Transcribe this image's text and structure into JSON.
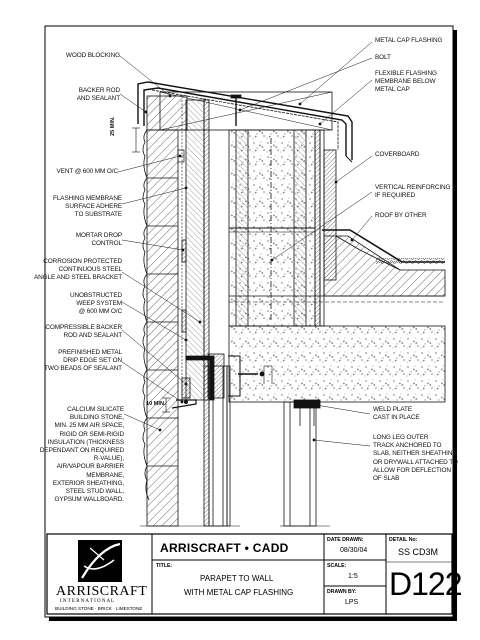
{
  "drawing": {
    "callouts_left": [
      "WOOD BLOCKING",
      "BACKER ROD\nAND SEALANT",
      "VENT @ 600 MM O/C",
      "FLASHING MEMBRANE\nSURFACE ADHERE\nTO SUBSTRATE",
      "MORTAR DROP\nCONTROL",
      "CORROSION PROTECTED\nCONTINUOUS STEEL\nANGLE AND STEEL BRACKET",
      "UNOBSTRUCTED\nWEEP SYSTEM\n@ 600 MM O/C",
      "COMPRESSIBLE BACKER\nROD AND SEALANT",
      "PREFINISHED METAL\nDRIP EDGE SET ON\nTWO BEADS OF SEALANT",
      "CALCIUM SILICATE\nBUILDING STONE,\nMIN. 25 MM AIR SPACE,\nRIGID OR SEMI-RIGID\nINSULATION (THICKNESS\nDEPENDANT ON REQUIRED\nR-VALUE),\nAIR/VAPOUR BARRIER\nMEMBRANE,\nEXTERIOR SHEATHING,\nSTEEL STUD WALL,\nGYPSUM WALLBOARD."
    ],
    "callouts_right": [
      "METAL CAP FLASHING",
      "BOLT",
      "FLEXIBLE FLASHING\nMEMBRANE BELOW\nMETAL CAP",
      "COVERBOARD",
      "VERTICAL REINFORCING\nIF REQUIRED",
      "ROOF BY OTHER",
      "WELD PLATE\nCAST IN PLACE",
      "LONG LEG OUTER\nTRACK ANCHORED TO\nSLAB, NEITHER SHEATHING\nOR DRYWALL ATTACHED TO\nALLOW FOR DEFLECTION\nOF SLAB"
    ],
    "dim_top": "25 MIN.",
    "dim_bottom": "10 MIN."
  },
  "title_block": {
    "brand_header": "ARRISCRAFT • CADD",
    "logo_name": "ARRISCRAFT",
    "logo_sub": "I N T E R N A T I O N A L",
    "logo_tagline": "BUILDING STONE · BRICK · LIMESTONE",
    "title_label": "TITLE:",
    "title_lines": [
      "PARAPET TO WALL",
      "WITH METAL CAP FLASHING"
    ],
    "date_label": "DATE DRAWN:",
    "date_value": "08/30/04",
    "scale_label": "SCALE:",
    "scale_value": "1:5",
    "drawn_label": "DRAWN BY:",
    "drawn_value": "LPS",
    "detail_label": "DETAIL No:",
    "detail_code": "SS CD3M",
    "detail_number": "D122"
  },
  "colors": {
    "ink": "#111111",
    "sheet": "#ffffff",
    "shadow": "#000000"
  }
}
